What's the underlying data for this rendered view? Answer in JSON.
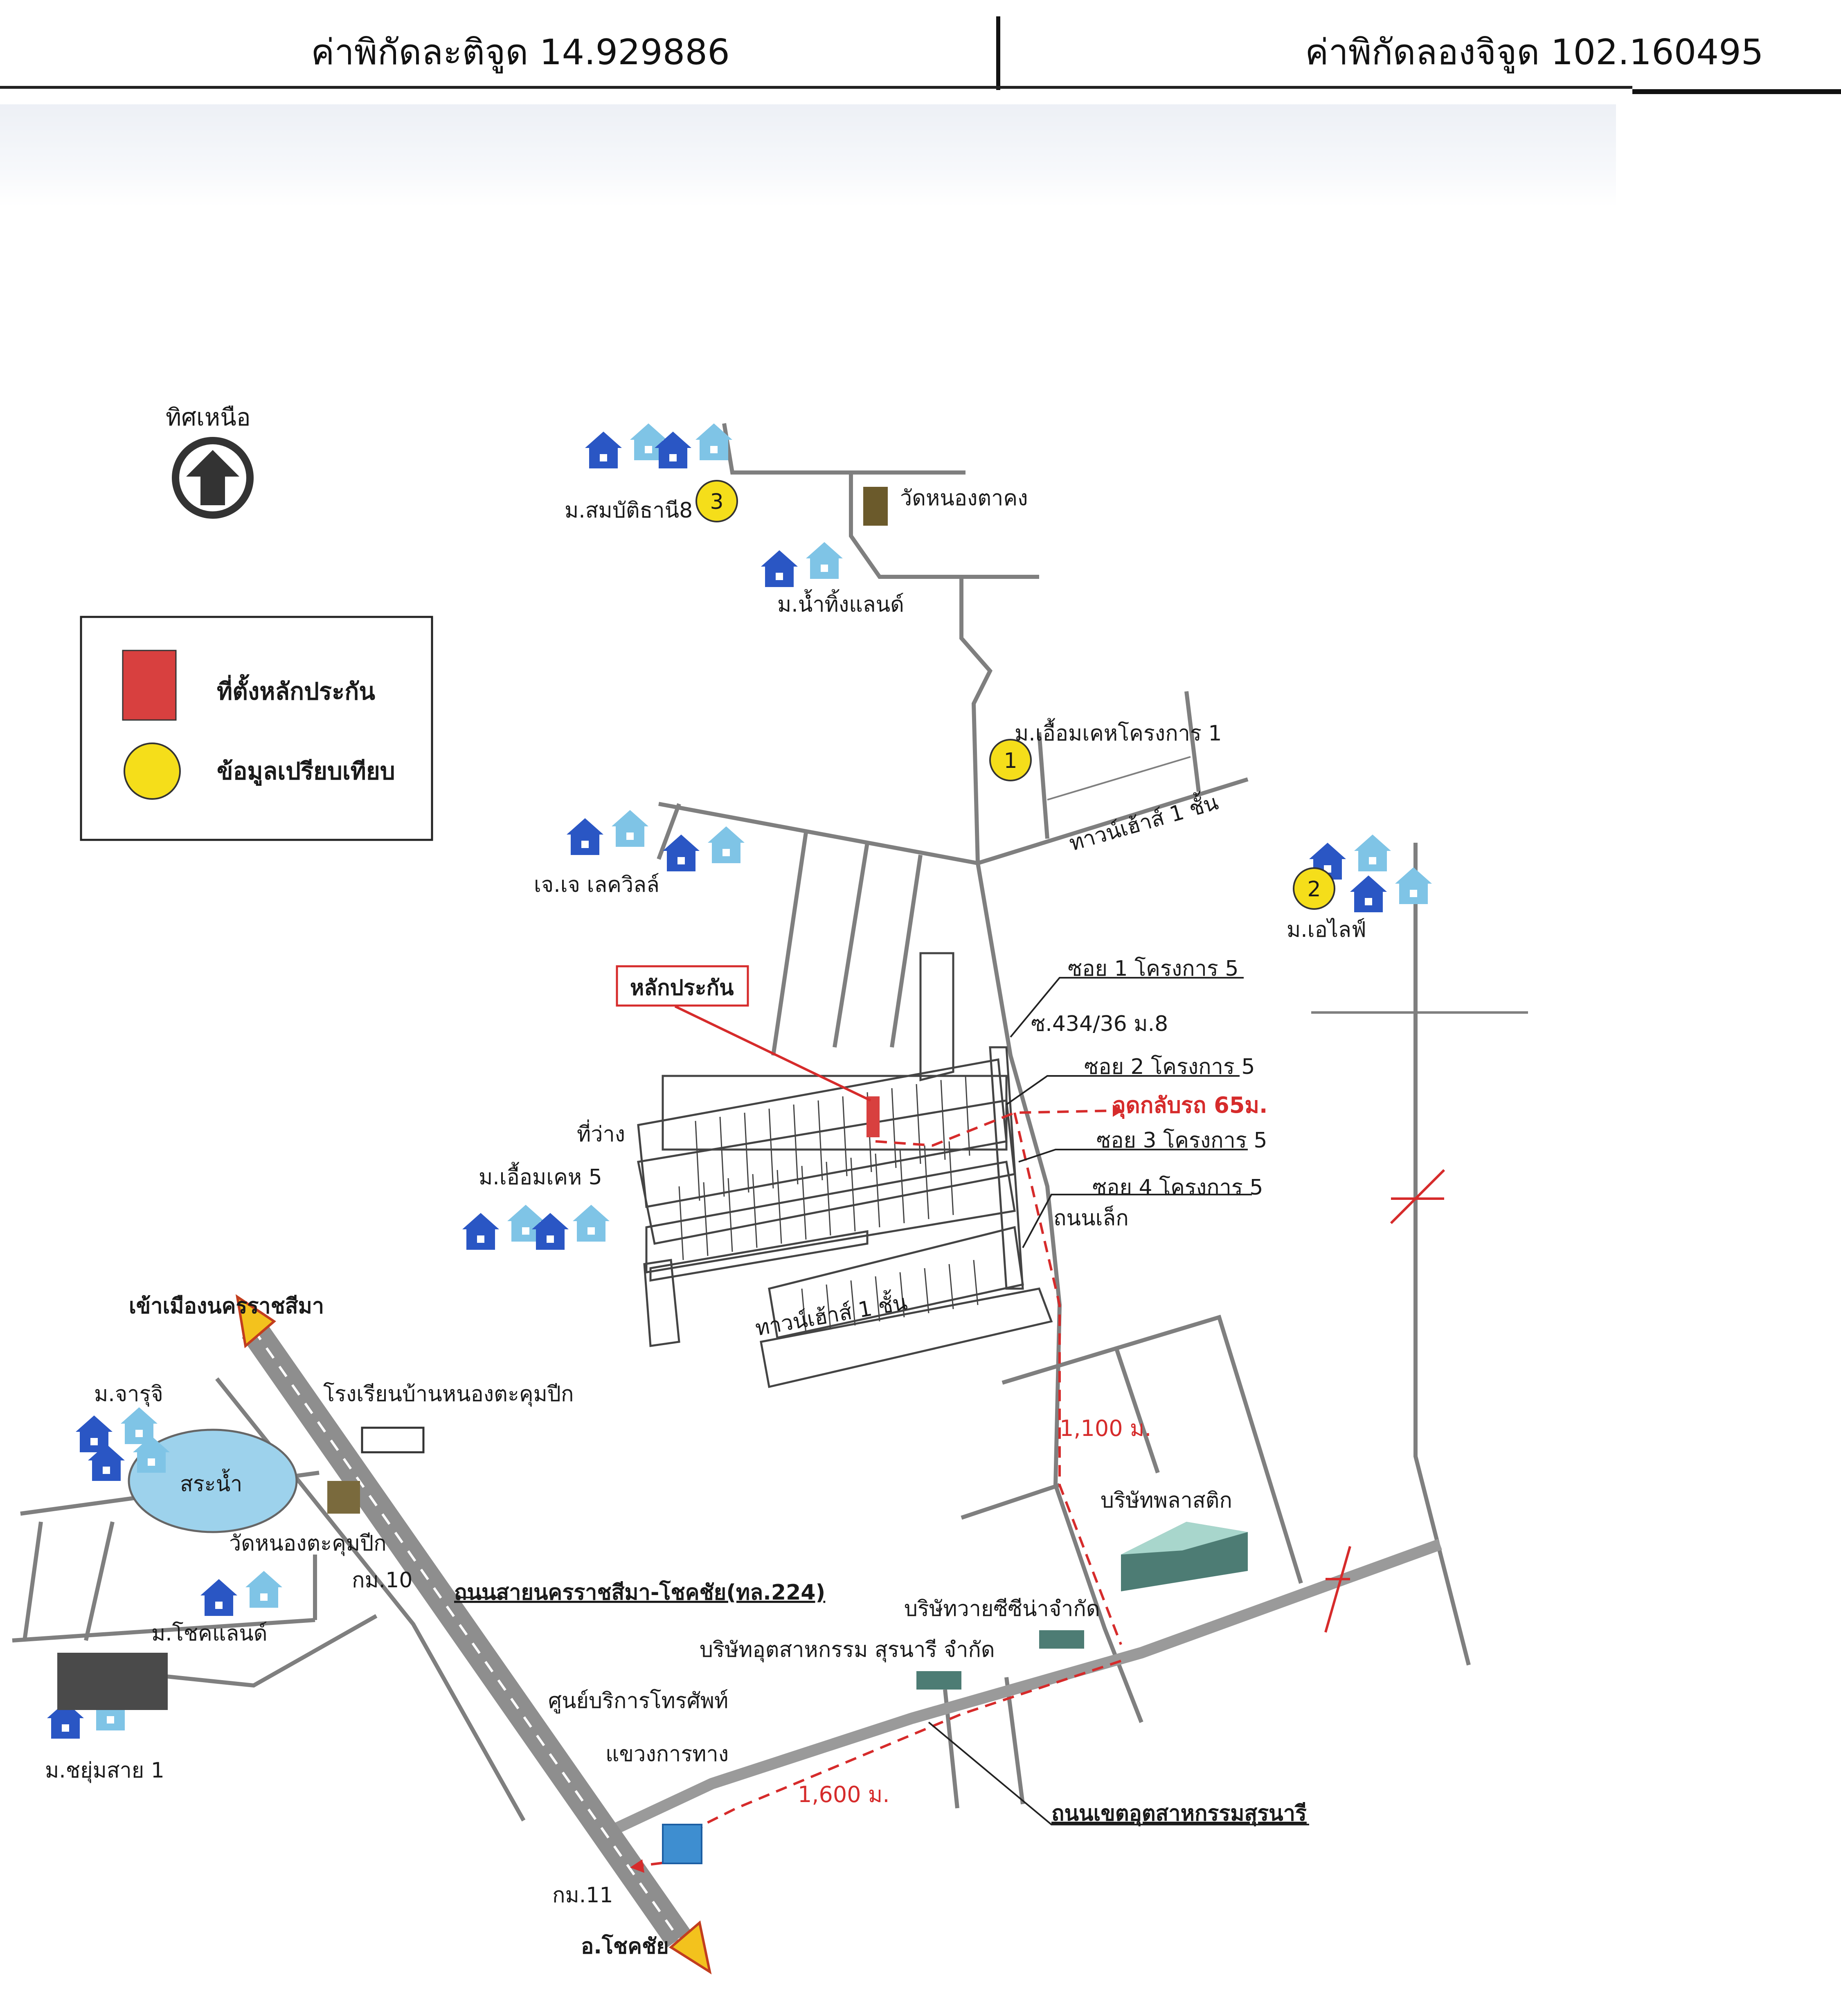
{
  "header": {
    "latitude_label": "ค่าพิกัดละติจูด 14.929886",
    "longitude_label": "ค่าพิกัดลองจิจูด 102.160495"
  },
  "compass": {
    "label": "ทิศเหนือ"
  },
  "legend": {
    "collateral": "ที่ตั้งหลักประกัน",
    "comparison": "ข้อมูลเปรียบเทียบ",
    "collateral_color": "#d8403f",
    "comparison_color": "#f5de1a"
  },
  "markers": {
    "m1": "1",
    "m2": "2",
    "m3": "3"
  },
  "labels": {
    "village_3": "ม.สมบัติธานี8",
    "temple_north": "วัดหนองตาคง",
    "village_namtien": "ม.น้ำทิ้งแลนด์",
    "village_1": "ม.เอื้อมเคหโครงการ 1",
    "townhouse_1": "ทาวน์เฮ้าส์ 1 ชั้น",
    "village_jj": "เจ.เจ เลควิลล์",
    "village_2": "ม.เอไลฟ์",
    "collateral_callout": "หลักประกัน",
    "soi1": "ซอย 1 โครงการ 5",
    "house_no": "ซ.434/36 ม.8",
    "soi2": "ซอย 2 โครงการ 5",
    "u_turn": "จุดกลับรถ 65ม.",
    "soi3": "ซอย 3 โครงการ 5",
    "vacant": "ที่ว่าง",
    "soi4": "ซอย 4 โครงการ 5",
    "village_5": "ม.เอื้อมเคห 5",
    "side_road": "ถนนเล็ก",
    "townhouse_2": "ทาวน์เฮ้าส์ 1 ชั้น",
    "to_korat": "เข้าเมืองนครราชสีมา",
    "school": "โรงเรียนบ้านหนองตะคุมปีก",
    "village_jarun": "ม.จารุจิ",
    "pond": "สระน้ำ",
    "temple_south": "วัดหนองตะคุมปีก",
    "km10": "กม.10",
    "main_road": "ถนนสายนครราชสีมา-โชคชัย(ทล.224)",
    "village_cholland": "ม.โชคแลนด์",
    "company_plastic": "บริษัทพลาสติก",
    "company_paper": "บริษัทวายซีซีน่าจำกัด",
    "company_industrial": "บริษัทอุตสาหกรรม สุรนารี จำกัด",
    "dist_1100": "1,100 ม.",
    "phone_center": "ศูนย์บริการโทรศัพท์",
    "highway_dept": "แขวงการทาง",
    "village_chumsai": "ม.ชยุ่มสาย 1",
    "dist_1600": "1,600 ม.",
    "industrial_road": "ถนนเขตอุตสาหกรรมสุรนารี",
    "km11": "กม.11",
    "to_chokchai": "อ.โชคชัย"
  }
}
